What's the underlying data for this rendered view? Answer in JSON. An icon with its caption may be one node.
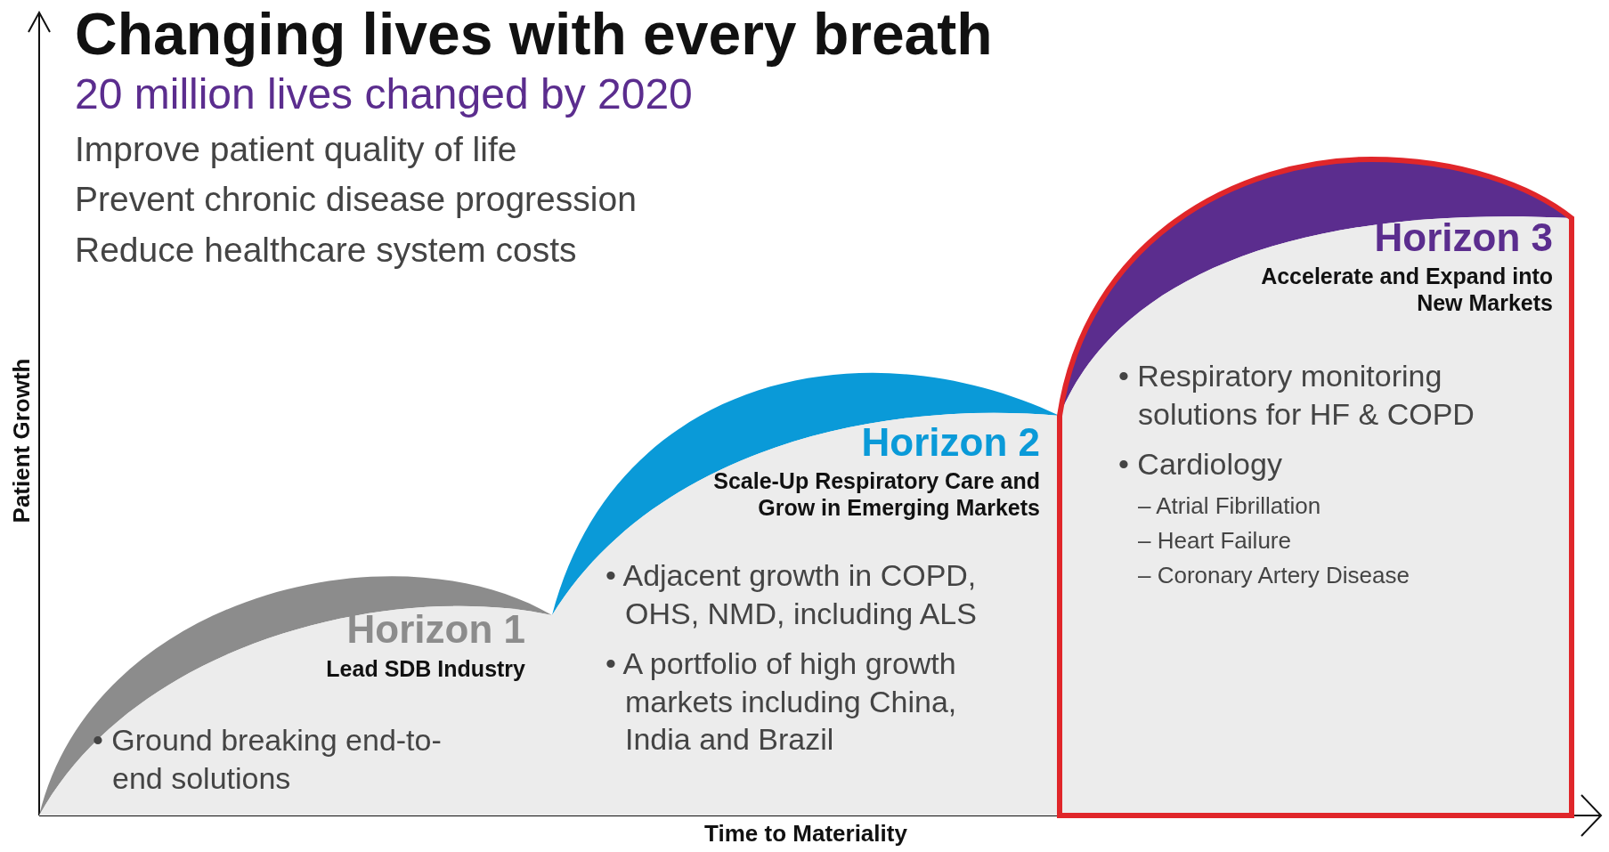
{
  "diagram": {
    "title": "Changing lives with every breath",
    "nodes": [
      {
        "text": [
          "Horizon 1",
          "Lead SDB Industry",
          "• Ground breaking end-to-end solutions"
        ]
      },
      {
        "text": [
          "Horizon 2",
          "Scale-Up Respiratory Care and Grow in Emerging Markets",
          "• Adjacent growth in COPD, OHS, NMD, including ALS",
          "• A portfolio of high growth markets including China, India and Brazil"
        ]
      },
      {
        "text": [
          "Horizon 3",
          "Accelerate and Expand into New Markets",
          "• Respiratory monitoring solutions for HF & COPD",
          "• Cardiology",
          "– Atrial Fibrillation",
          "– Heart Failure",
          "– Coronary Artery Disease"
        ]
      }
    ],
    "edges": [],
    "labels": [
      "20 million lives changed by 2020",
      "Improve patient quality of life",
      "Prevent chronic disease progression",
      "Reduce healthcare system costs",
      "Patient Growth",
      "Time to Materiality"
    ]
  }
}
